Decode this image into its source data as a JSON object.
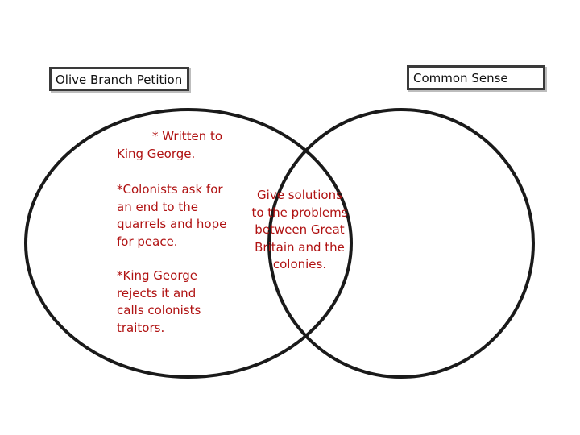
{
  "diagram": {
    "type": "venn",
    "left_label": "Olive Branch Petition",
    "right_label": "Common Sense",
    "left_notes": [
      "* Written to King George.",
      "*Colonists ask for an end to the quarrels and hope for peace.",
      "*King George rejects it and calls colonists traitors."
    ],
    "overlap_text": "Give solutions to the problems between Great Britain and the colonies.",
    "colors": {
      "outline": "#1a1a1a",
      "note_text": "#b01212",
      "label_text": "#111111"
    }
  }
}
